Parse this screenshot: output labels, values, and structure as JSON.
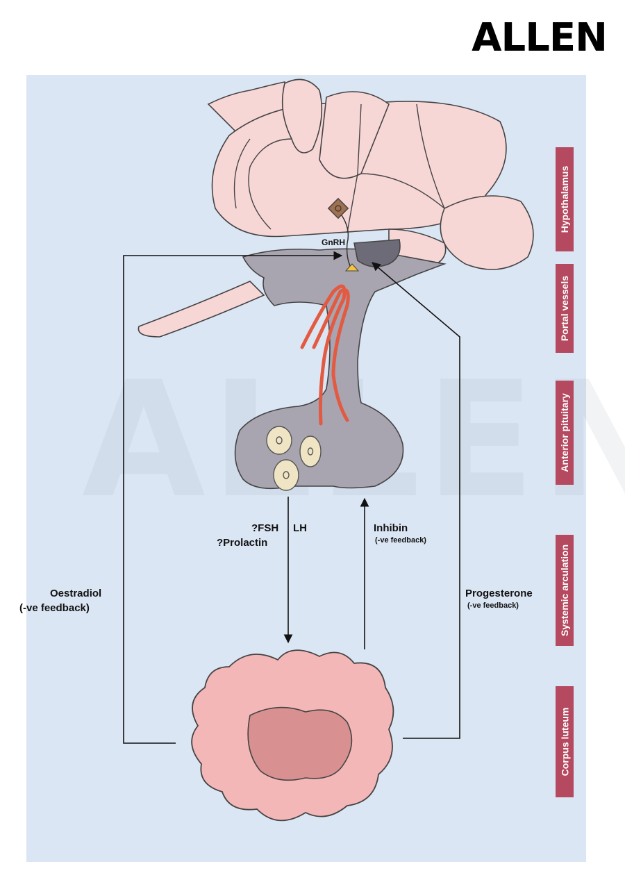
{
  "logo": "ALLEN",
  "watermark": "ALLEN",
  "labels": {
    "gnrh": "GnRH",
    "fsh": "?FSH",
    "lh": "LH",
    "prolactin": "?Prolactin",
    "inhibin": "Inhibin",
    "inhibin_note": "(-ve feedback)",
    "oestradiol": "Oestradiol",
    "oestradiol_note": "(-ve feedback)",
    "progesterone": "Progesterone",
    "progesterone_note": "(-ve feedback)"
  },
  "side_tags": [
    "Hypothalamus",
    "Portal vessels",
    "Anterior pituitary",
    "Systemic arculation",
    "Corpus luteum"
  ],
  "colors": {
    "panel": "#dbe6f4",
    "brain": "#f7d6d6",
    "pituitary": "#a8a5b0",
    "vessel": "#e25a42",
    "tag": "#b5495f",
    "luteum": "#f4b7b7",
    "luteum_center": "#d99090"
  }
}
